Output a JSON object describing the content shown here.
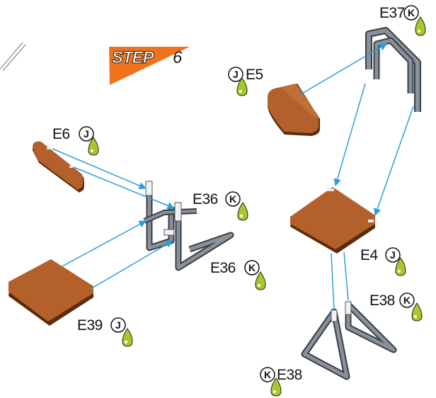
{
  "step": {
    "word": "STEP",
    "number": "6"
  },
  "colors": {
    "panel": "#b4602a",
    "panel_edge": "#5a2c0e",
    "arrow": "#2a9fd8",
    "frame": "#8a919a",
    "banner": "#f0721c",
    "drop": "#a6c82a"
  },
  "parts": {
    "e37": {
      "label": "E37",
      "tool": "K"
    },
    "e5": {
      "label": "E5",
      "tool": "J"
    },
    "e6": {
      "label": "E6",
      "tool": "J"
    },
    "e36_top": {
      "label": "E36",
      "tool": "K"
    },
    "e36_bottom": {
      "label": "E36",
      "tool": "K"
    },
    "e4": {
      "label": "E4",
      "tool": "J"
    },
    "e39": {
      "label": "E39",
      "tool": "J"
    },
    "e38_right": {
      "label": "E38",
      "tool": "K"
    },
    "e38_left": {
      "label": "E38",
      "tool": "K"
    }
  }
}
